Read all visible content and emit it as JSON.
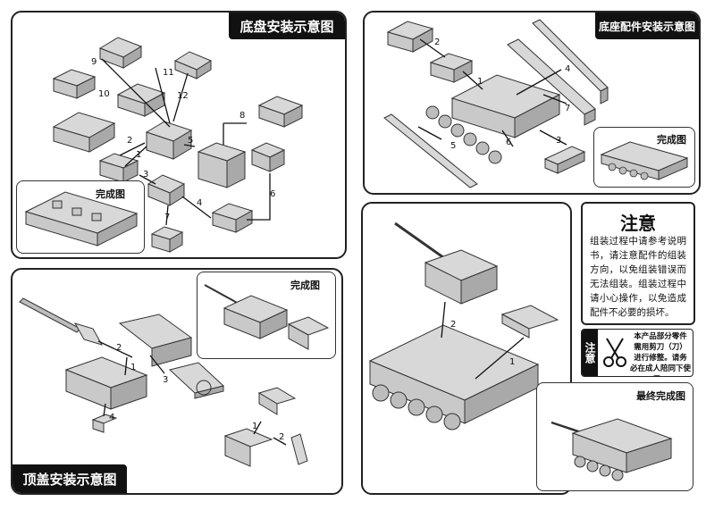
{
  "panels": {
    "chassis": {
      "title": "底盘安装示意图",
      "sub_title": "完成图",
      "steps": [
        "9",
        "11",
        "12",
        "10",
        "2",
        "1",
        "5",
        "8",
        "3",
        "4",
        "6",
        "7"
      ]
    },
    "accessories": {
      "title": "底座配件安装示意图",
      "sub_title": "完成图",
      "steps": [
        "2",
        "1",
        "4",
        "7",
        "5",
        "6",
        "3"
      ]
    },
    "top": {
      "title": "顶盖安装示意图",
      "sub_title": "完成图",
      "steps": [
        "2",
        "1",
        "3",
        "4",
        "1",
        "2"
      ]
    },
    "final": {
      "steps": [
        "2",
        "1"
      ],
      "sub_title": "最终完成图"
    }
  },
  "notice": {
    "title": "注意",
    "text": "组装过程中请参考说明书，请注意配件的组装方向，以免组装错误而无法组装。组装过程中请小心操作，以免造成配件不必要的损坏。"
  },
  "warning": {
    "tag": "注意",
    "lines": [
      "本产品部分零件",
      "需用剪刀（刀）",
      "进行修整。请务",
      "必在成人陪同下使用。"
    ],
    "icon": "scissors-icon"
  }
}
